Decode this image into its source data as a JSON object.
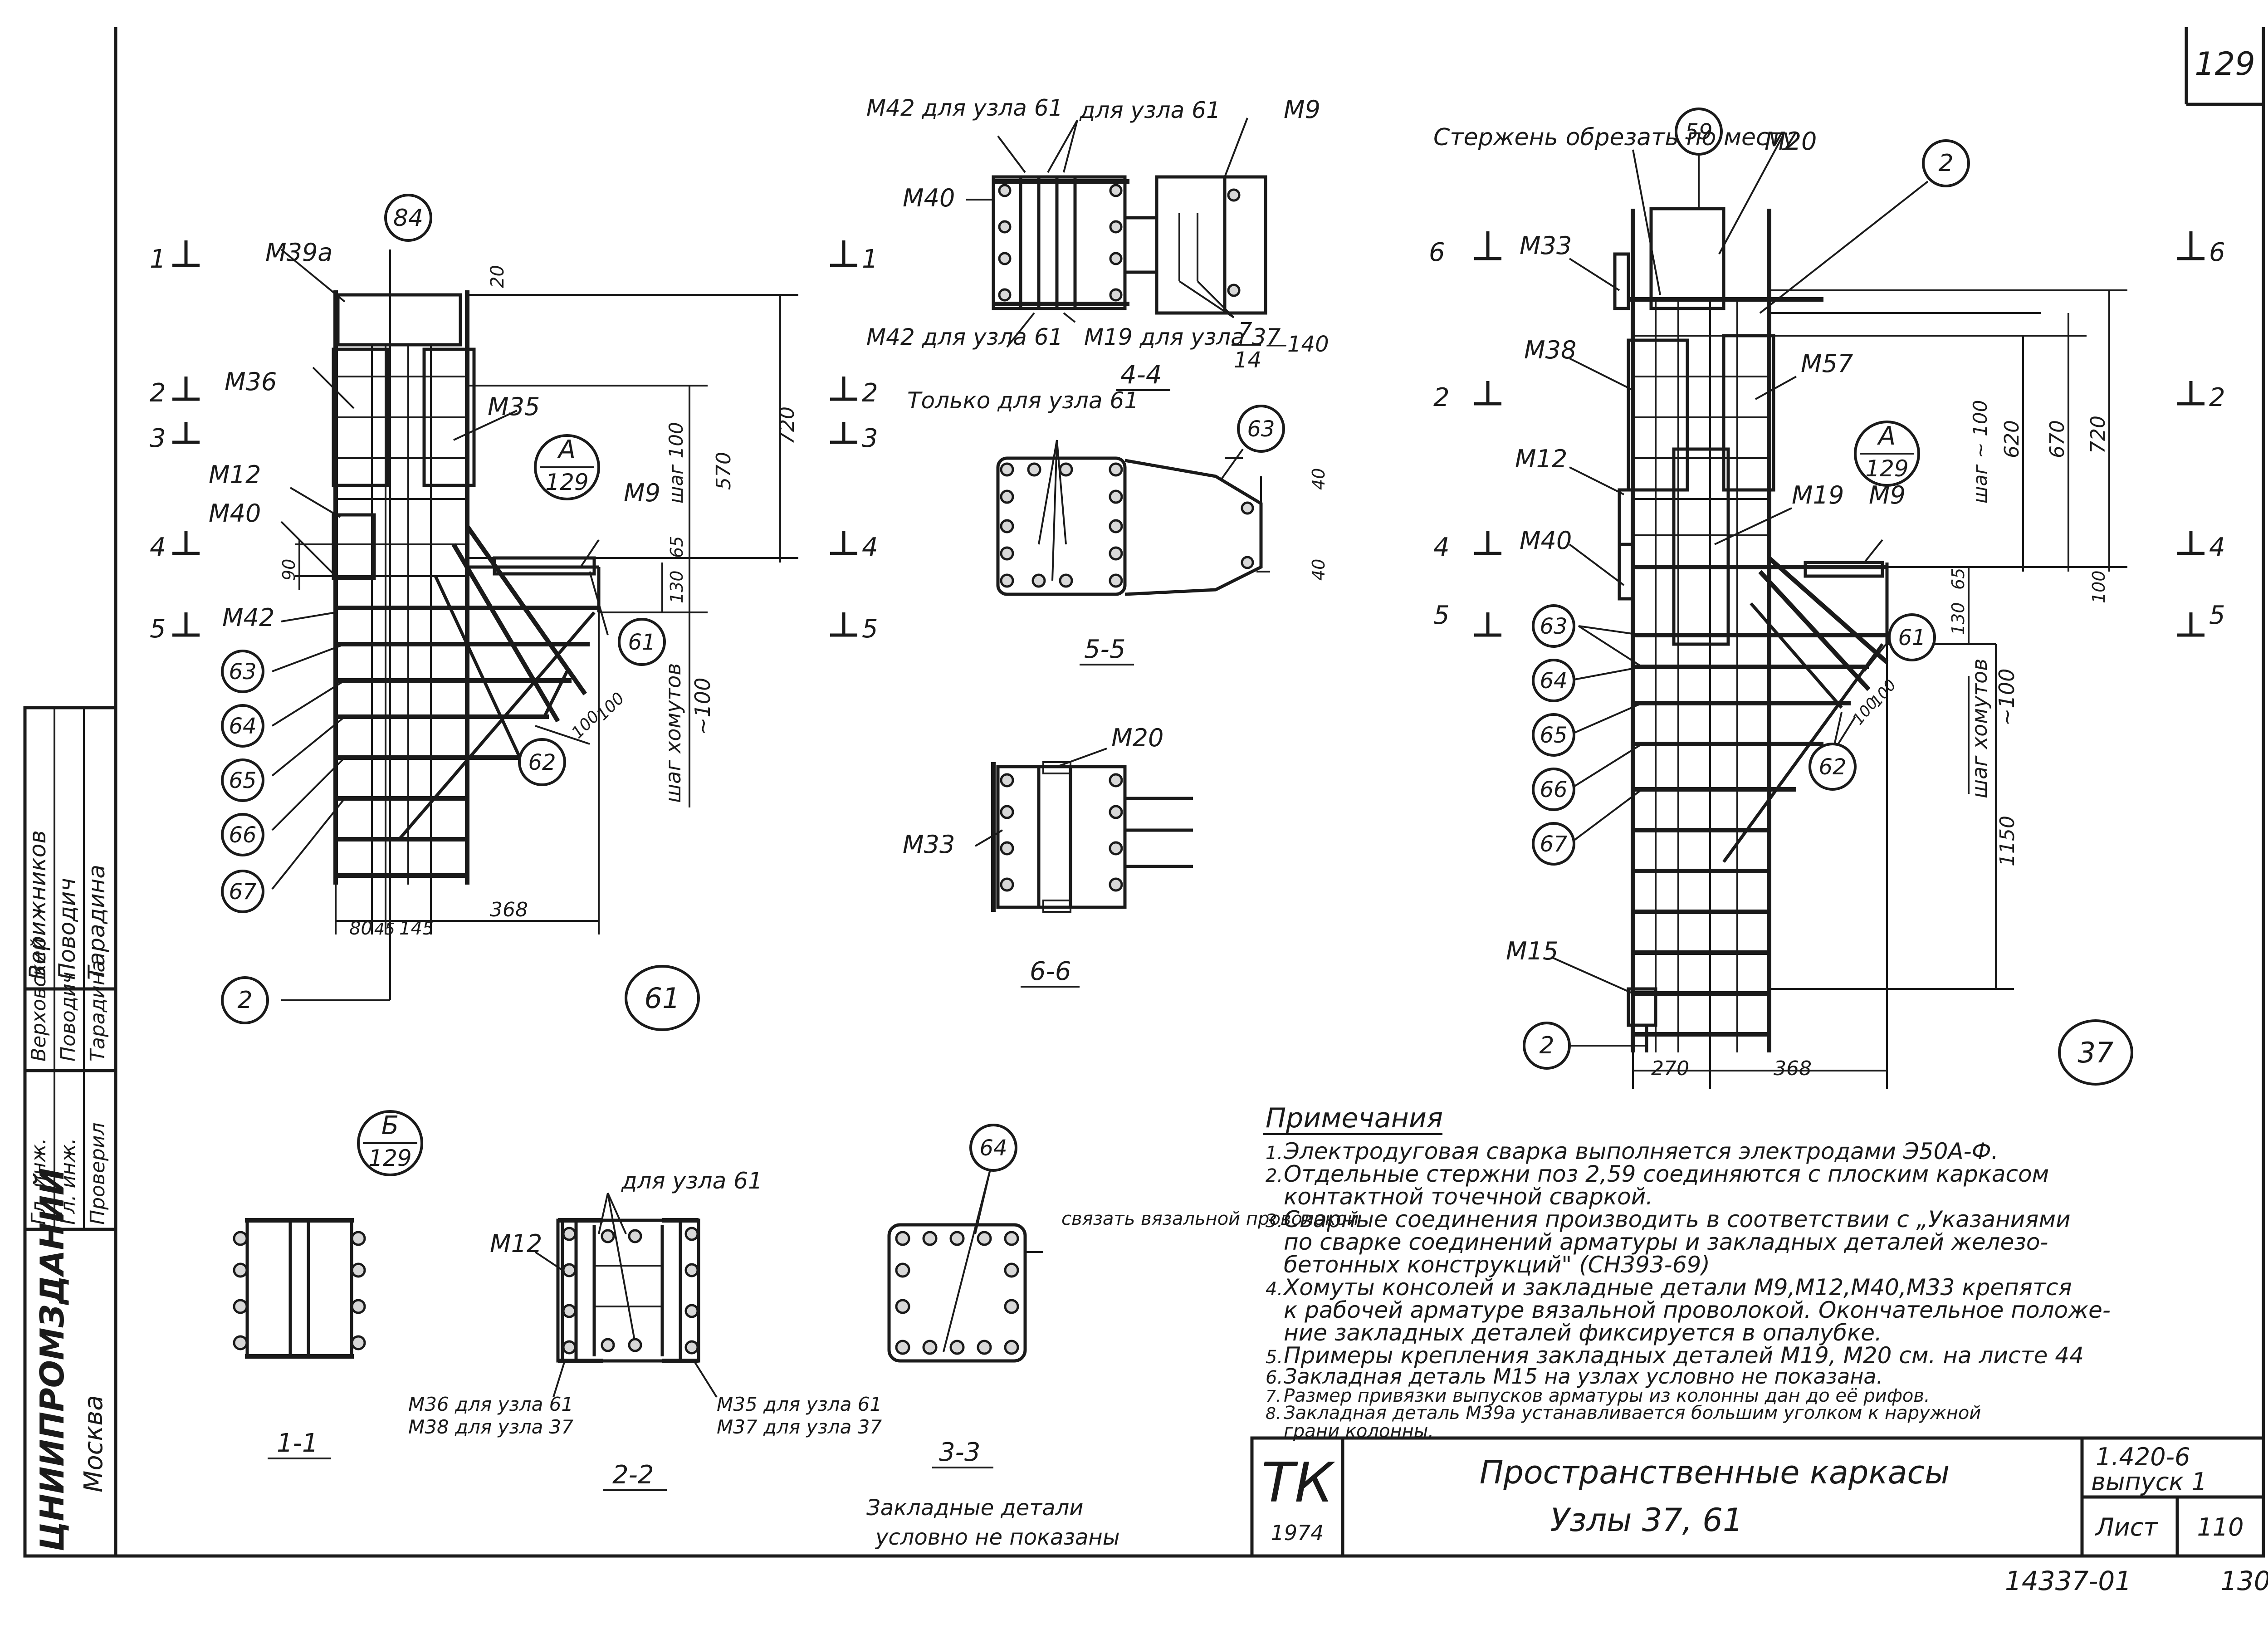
{
  "sheet": {
    "corner_number": "129",
    "bottom_codes": {
      "code": "14337-01",
      "page": "130"
    }
  },
  "title_block": {
    "tk": "ТК",
    "year": "1974",
    "title_line1": "Пространственные каркасы",
    "title_line2": "Узлы 37, 61",
    "series": "1.420-6",
    "issue": "выпуск 1",
    "sheet_label": "Лист",
    "sheet_no": "110"
  },
  "stamp": {
    "org": "ЦНИИПРОМЗДАНИЙ",
    "city": "Москва",
    "rows": [
      {
        "role": "Гл. инж.",
        "signature": "Верховский",
        "name": "Верижников"
      },
      {
        "role": "Гл. инж.",
        "signature": "Поводич",
        "name": "Поводич"
      },
      {
        "role": "Проверил",
        "signature": "Тарадина",
        "name": "Тарадина"
      }
    ]
  },
  "left_view": {
    "node_label": "61",
    "callouts": [
      "84",
      "63",
      "64",
      "65",
      "66",
      "67",
      "2"
    ],
    "detail_ref": {
      "top": "А",
      "bottom": "129"
    },
    "labels": [
      "М39а",
      "М36",
      "М35",
      "М12",
      "М40",
      "М42",
      "М9",
      "61",
      "62"
    ],
    "sections": [
      "1",
      "2",
      "3",
      "4",
      "5"
    ],
    "dims": [
      "20",
      "720",
      "570",
      "шаг 100",
      "65",
      "130",
      "90",
      "100",
      "100",
      "шаг хомутов",
      "~100",
      "80",
      "45",
      "145",
      "368"
    ]
  },
  "right_view": {
    "node_label": "37",
    "callouts": [
      "59",
      "2",
      "63",
      "64",
      "65",
      "66",
      "67",
      "2"
    ],
    "detail_ref": {
      "top": "А",
      "bottom": "129"
    },
    "note_cut": "Стержень обрезать по месту",
    "labels": [
      "М20",
      "М33",
      "М38",
      "М57",
      "М12",
      "М19",
      "М9",
      "М40",
      "М15",
      "61",
      "62"
    ],
    "sections": [
      "6",
      "2",
      "4",
      "5"
    ],
    "dims": [
      "620",
      "670",
      "720",
      "шаг ~ 100",
      "130",
      "65",
      "100",
      "100",
      "100",
      "шаг хомутов",
      "~100",
      "1150",
      "270",
      "368"
    ]
  },
  "section_44": {
    "caption": "4-4",
    "labels": [
      "М42 для узла 61",
      "для узла 61",
      "М9",
      "М40",
      "М42 для узла 61",
      "М19 для узла 37"
    ],
    "fraction": {
      "num": "7",
      "den": "14",
      "len": "—140"
    }
  },
  "section_55": {
    "caption": "5-5",
    "note": "Только для узла 61",
    "callout": "63",
    "dims": [
      "40",
      "40"
    ]
  },
  "section_66": {
    "caption": "6-6",
    "labels": [
      "М20",
      "М33"
    ]
  },
  "section_11": {
    "caption": "1-1",
    "detail_ref": {
      "top": "Б",
      "bottom": "129"
    }
  },
  "section_22": {
    "caption": "2-2",
    "labels": [
      "для узла 61",
      "М12",
      "М36 для узла 61",
      "М38 для узла 37",
      "М35 для узла 61",
      "М37 для узла 37"
    ]
  },
  "section_33": {
    "caption": "3-3",
    "callout": "64",
    "note": "связать вязальной проволокой",
    "footnote_l1": "Закладные детали",
    "footnote_l2": "условно не показаны"
  },
  "notes": {
    "heading": "Примечания",
    "items": [
      {
        "n": "1.",
        "lines": [
          "Электродуговая сварка выполняется электродами Э50А-Ф."
        ]
      },
      {
        "n": "2.",
        "lines": [
          "Отдельные стержни поз 2,59 соединяются с плоским каркасом",
          "контактной точечной сваркой."
        ]
      },
      {
        "n": "3.",
        "lines": [
          "Сварные соединения производить в соответствии с „Указаниями",
          "по сварке соединений арматуры и закладных деталей железо-",
          "бетонных конструкций\" (СН393-69)"
        ]
      },
      {
        "n": "4.",
        "lines": [
          "Хомуты консолей и закладные детали М9,М12,М40,М33 крепятся",
          "к рабочей арматуре вязальной проволокой. Окончательное положе-",
          "ние закладных деталей фиксируется в опалубке."
        ]
      },
      {
        "n": "5.",
        "lines": [
          "Примеры крепления закладных деталей М19, М20 см. на листе 44"
        ]
      },
      {
        "n": "6.",
        "lines": [
          "Закладная деталь М15 на узлах условно не показана."
        ]
      },
      {
        "n": "7.",
        "lines": [
          "Размер привязки выпусков арматуры из колонны дан до её рифов."
        ]
      },
      {
        "n": "8.",
        "lines": [
          "Закладная деталь М39а устанавливается большим уголком к наружной",
          "грани колонны."
        ]
      }
    ]
  }
}
